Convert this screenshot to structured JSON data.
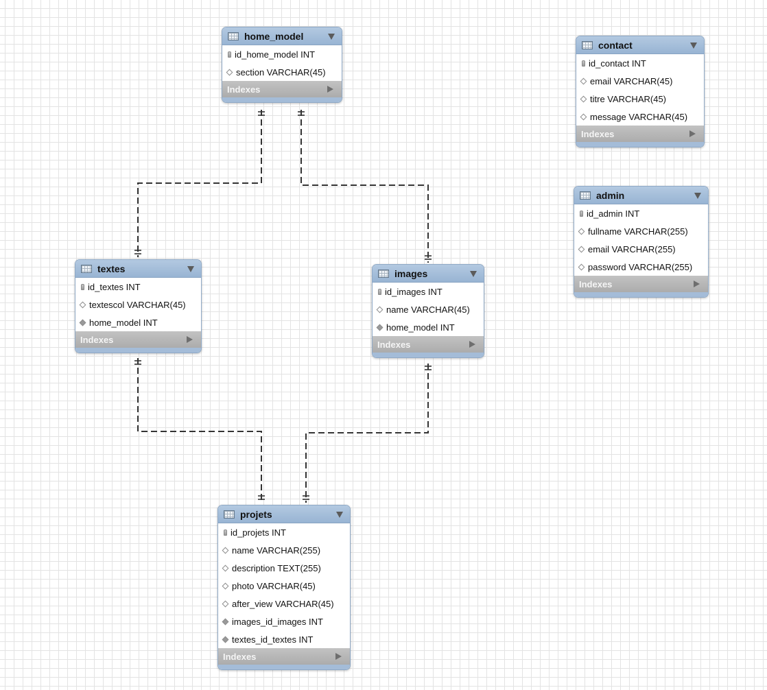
{
  "diagram": {
    "indexes_label": "Indexes",
    "tables": [
      {
        "name": "home_model",
        "columns": [
          {
            "text": "id_home_model INT",
            "kind": "key"
          },
          {
            "text": "section VARCHAR(45)",
            "kind": "attr"
          }
        ]
      },
      {
        "name": "contact",
        "columns": [
          {
            "text": "id_contact INT",
            "kind": "key"
          },
          {
            "text": "email VARCHAR(45)",
            "kind": "attr"
          },
          {
            "text": "titre VARCHAR(45)",
            "kind": "attr"
          },
          {
            "text": "message VARCHAR(45)",
            "kind": "attr"
          }
        ]
      },
      {
        "name": "admin",
        "columns": [
          {
            "text": "id_admin INT",
            "kind": "key"
          },
          {
            "text": "fullname VARCHAR(255)",
            "kind": "attr"
          },
          {
            "text": "email VARCHAR(255)",
            "kind": "attr"
          },
          {
            "text": "password VARCHAR(255)",
            "kind": "attr"
          }
        ]
      },
      {
        "name": "textes",
        "columns": [
          {
            "text": "id_textes INT",
            "kind": "key"
          },
          {
            "text": "textescol VARCHAR(45)",
            "kind": "attr"
          },
          {
            "text": "home_model INT",
            "kind": "fk"
          }
        ]
      },
      {
        "name": "images",
        "columns": [
          {
            "text": "id_images INT",
            "kind": "key"
          },
          {
            "text": "name VARCHAR(45)",
            "kind": "attr"
          },
          {
            "text": "home_model INT",
            "kind": "fk"
          }
        ]
      },
      {
        "name": "projets",
        "columns": [
          {
            "text": "id_projets INT",
            "kind": "key"
          },
          {
            "text": "name VARCHAR(255)",
            "kind": "attr"
          },
          {
            "text": "description TEXT(255)",
            "kind": "attr"
          },
          {
            "text": "photo VARCHAR(45)",
            "kind": "attr"
          },
          {
            "text": "after_view VARCHAR(45)",
            "kind": "attr"
          },
          {
            "text": "images_id_images INT",
            "kind": "fk"
          },
          {
            "text": "textes_id_textes INT",
            "kind": "fk"
          }
        ]
      }
    ],
    "relationships": [
      {
        "from": "home_model",
        "to": "textes",
        "cardinality": "one-to-one"
      },
      {
        "from": "home_model",
        "to": "images",
        "cardinality": "one-to-one"
      },
      {
        "from": "textes",
        "to": "projets",
        "cardinality": "one-to-one"
      },
      {
        "from": "images",
        "to": "projets",
        "cardinality": "one-to-one"
      }
    ]
  }
}
